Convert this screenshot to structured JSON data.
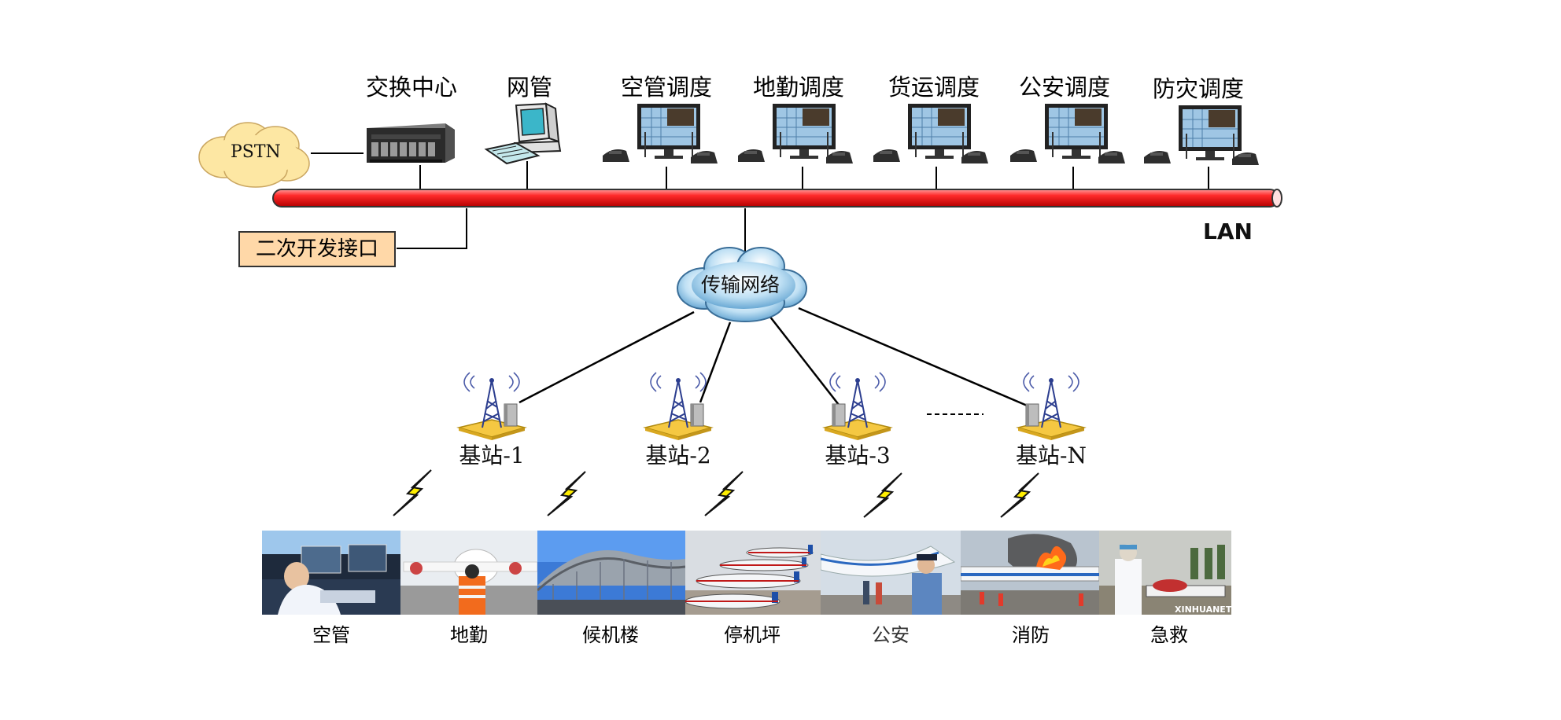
{
  "external": {
    "pstn": "PSTN"
  },
  "top_nodes": [
    {
      "id": "switch",
      "label": "交换中心",
      "icon": "server-icon"
    },
    {
      "id": "nms",
      "label": "网管",
      "icon": "computer-icon"
    },
    {
      "id": "atc",
      "label": "空管调度",
      "icon": "dispatch-console-icon"
    },
    {
      "id": "ground",
      "label": "地勤调度",
      "icon": "dispatch-console-icon"
    },
    {
      "id": "cargo",
      "label": "货运调度",
      "icon": "dispatch-console-icon"
    },
    {
      "id": "police",
      "label": "公安调度",
      "icon": "dispatch-console-icon"
    },
    {
      "id": "disaster",
      "label": "防灾调度",
      "icon": "dispatch-console-icon"
    }
  ],
  "lan": {
    "label": "LAN",
    "color": "#e8141a"
  },
  "api": {
    "label": "二次开发接口",
    "color": "#ffd8a8"
  },
  "transport": {
    "label": "传输网络",
    "icon": "cloud-icon"
  },
  "base_stations": [
    {
      "label": "基站-1"
    },
    {
      "label": "基站-2"
    },
    {
      "label": "基站-3"
    },
    {
      "label": "基站-N"
    }
  ],
  "photos": [
    {
      "label": "空管",
      "icon": "air-traffic-control-photo"
    },
    {
      "label": "地勤",
      "icon": "ground-crew-photo"
    },
    {
      "label": "候机楼",
      "icon": "terminal-photo"
    },
    {
      "label": "停机坪",
      "icon": "apron-photo"
    },
    {
      "label": "公安",
      "icon": "police-photo"
    },
    {
      "label": "消防",
      "icon": "fire-rescue-photo"
    },
    {
      "label": "急救",
      "icon": "first-aid-photo"
    }
  ],
  "photo_watermark": "XINHUANET"
}
